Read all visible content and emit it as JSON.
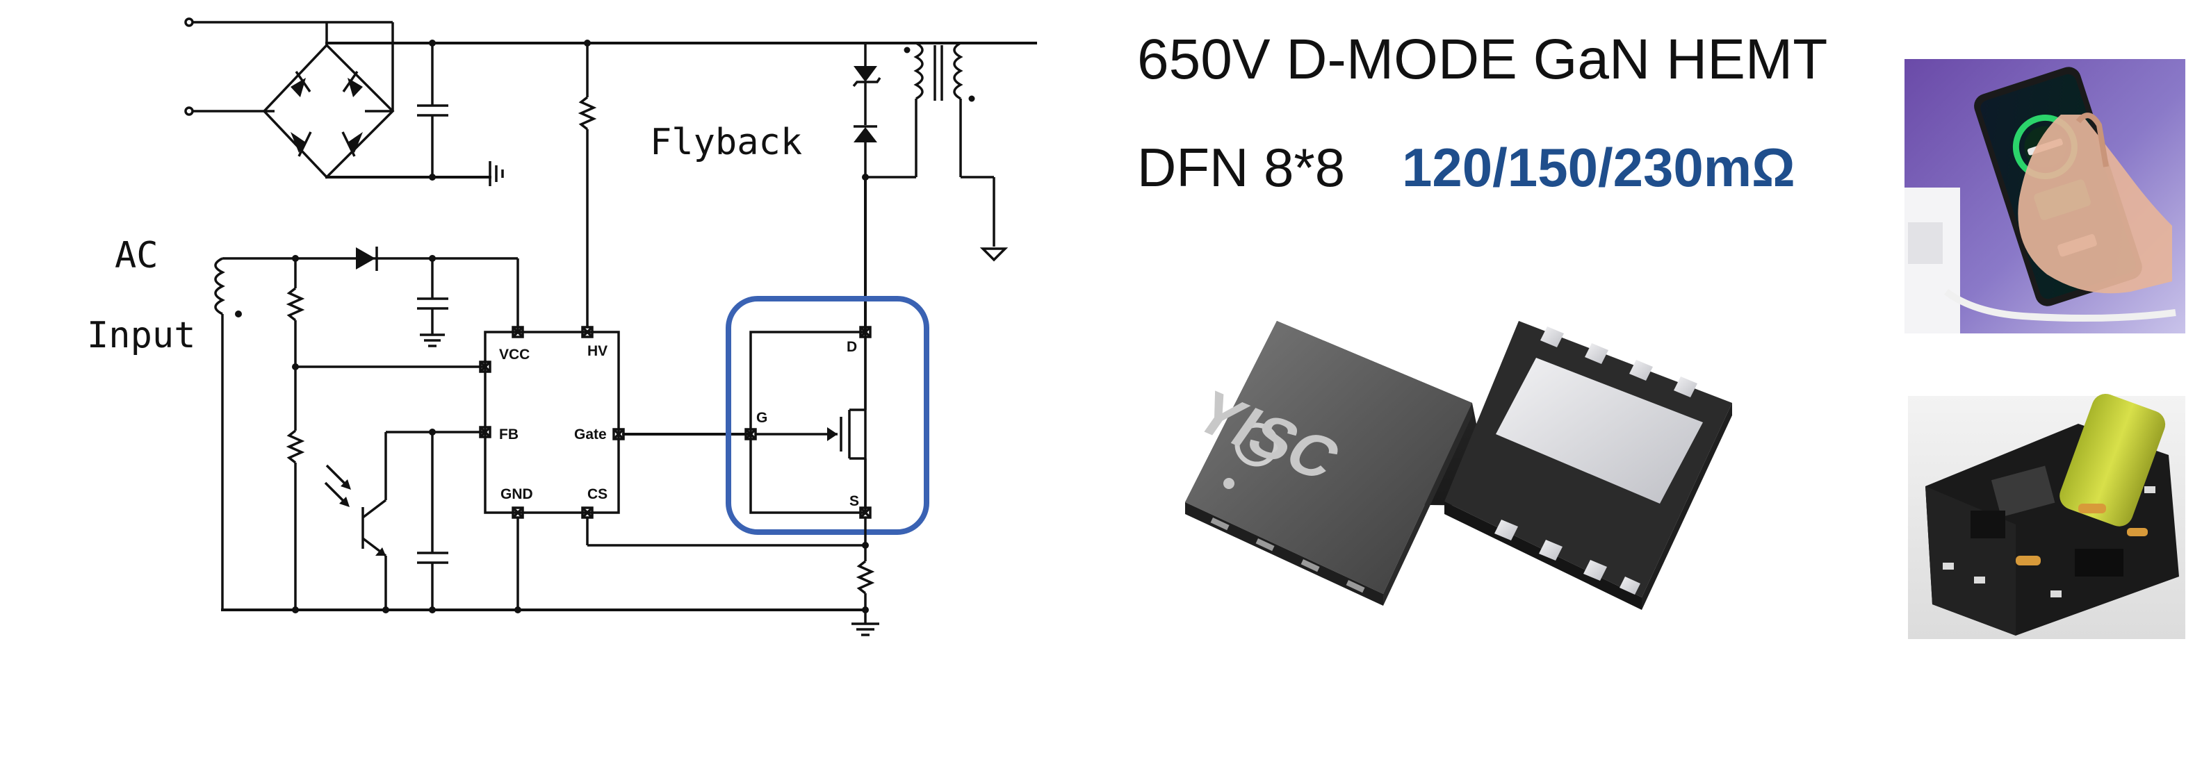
{
  "labels": {
    "flyback": "Flyback",
    "ac": "AC",
    "input": "Input"
  },
  "controller_pins": {
    "vcc": "VCC",
    "hv": "HV",
    "fb": "FB",
    "gate": "Gate",
    "gnd": "GND",
    "cs": "CS"
  },
  "transistor_pins": {
    "d": "D",
    "g": "G",
    "s": "S"
  },
  "product": {
    "title": "650V D-MODE GaN HEMT",
    "package": "DFN 8*8",
    "resistance": "120/150/230mΩ"
  },
  "chip_marking": "YISC",
  "colors": {
    "highlight": "#3a62b3",
    "resistance_text": "#1f4e8c"
  },
  "icons": {
    "phone_photo": "smartphone-charging-photo",
    "charger_photo": "charger-pcb-photo"
  }
}
